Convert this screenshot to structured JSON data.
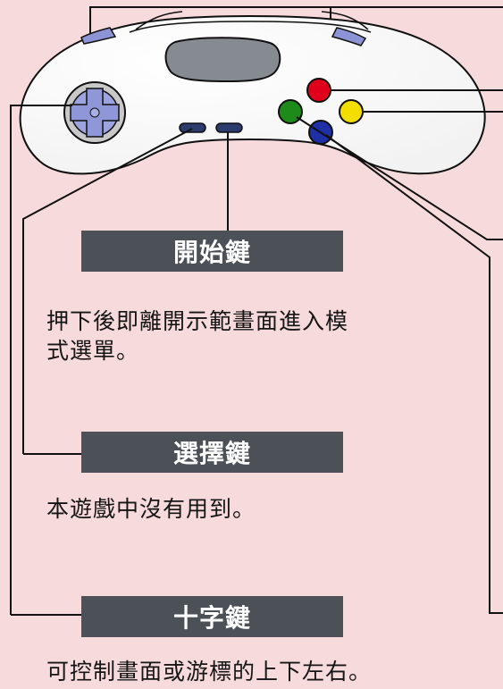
{
  "sections": {
    "start": {
      "title": "開始鍵",
      "description": "押下後即離開示範畫面進入模式選單。"
    },
    "select": {
      "title": "選擇鍵",
      "description": "本遊戲中沒有用到。"
    },
    "dpad": {
      "title": "十字鍵",
      "description": "可控制畫面或游標的上下左右。"
    }
  },
  "controller": {
    "button_colors": {
      "red": "#e0001b",
      "yellow": "#f2de00",
      "green": "#1d8a19",
      "blue": "#1f2fa6"
    },
    "dpad_color": "#8f97d8",
    "shell_color": "#ffffff"
  },
  "colors": {
    "background": "#f7dadb",
    "label_bar": "#4b5157",
    "text": "#151515"
  }
}
